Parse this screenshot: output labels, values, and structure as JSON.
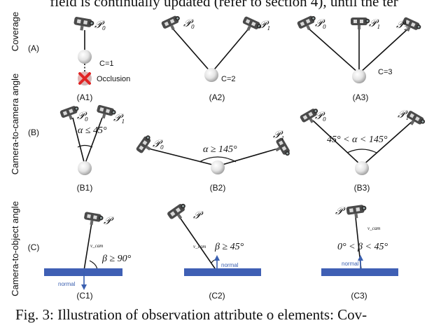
{
  "header_fragment": "field is continually updated (refer to section 4), until the ter",
  "caption_fragment": "Fig. 3: Illustration of observation attribute o elements: Cov-",
  "rows": [
    {
      "key": "A",
      "tag": "(A)",
      "label": "Coverage"
    },
    {
      "key": "B",
      "tag": "(B)",
      "label": "Camera-to-camera angle"
    },
    {
      "key": "C",
      "tag": "(C)",
      "label": "Camera-to-object angle"
    }
  ],
  "panels": {
    "A1": {
      "caption": "(A1)",
      "cameras": [
        "𝒫₀"
      ],
      "coverage": "C=1",
      "occlusion": "Occlusion"
    },
    "A2": {
      "caption": "(A2)",
      "cameras": [
        "𝒫₀",
        "𝒫₁"
      ],
      "coverage": "C=2"
    },
    "A3": {
      "caption": "(A3)",
      "cameras": [
        "𝒫₀",
        "𝒫₁",
        "𝒫₂"
      ],
      "coverage": "C=3"
    },
    "B1": {
      "caption": "(B1)",
      "cameras": [
        "𝒫₀",
        "𝒫₁"
      ],
      "angle": "α ≤ 45°"
    },
    "B2": {
      "caption": "(B2)",
      "cameras": [
        "𝒫₀",
        "𝒫₁"
      ],
      "angle": "α ≥ 145°"
    },
    "B3": {
      "caption": "(B3)",
      "cameras": [
        "𝒫₀",
        "𝒫₁"
      ],
      "angle": "45° < α < 145°"
    },
    "C1": {
      "caption": "(C1)",
      "camera": "𝒫",
      "vector": "v_cam",
      "normal": "normal",
      "angle": "β ≥ 90°"
    },
    "C2": {
      "caption": "(C2)",
      "camera": "𝒫",
      "vector": "v_cam",
      "normal": "normal",
      "angle": "β ≥ 45°"
    },
    "C3": {
      "caption": "(C3)",
      "camera": "𝒫",
      "vector": "v_cam",
      "normal": "normal",
      "angle": "0° < β < 45°"
    }
  },
  "colors": {
    "surface": "#3f5fb4",
    "normal_arrow": "#3a5fb0",
    "occlusion": "#e02424",
    "line": "#111111"
  }
}
